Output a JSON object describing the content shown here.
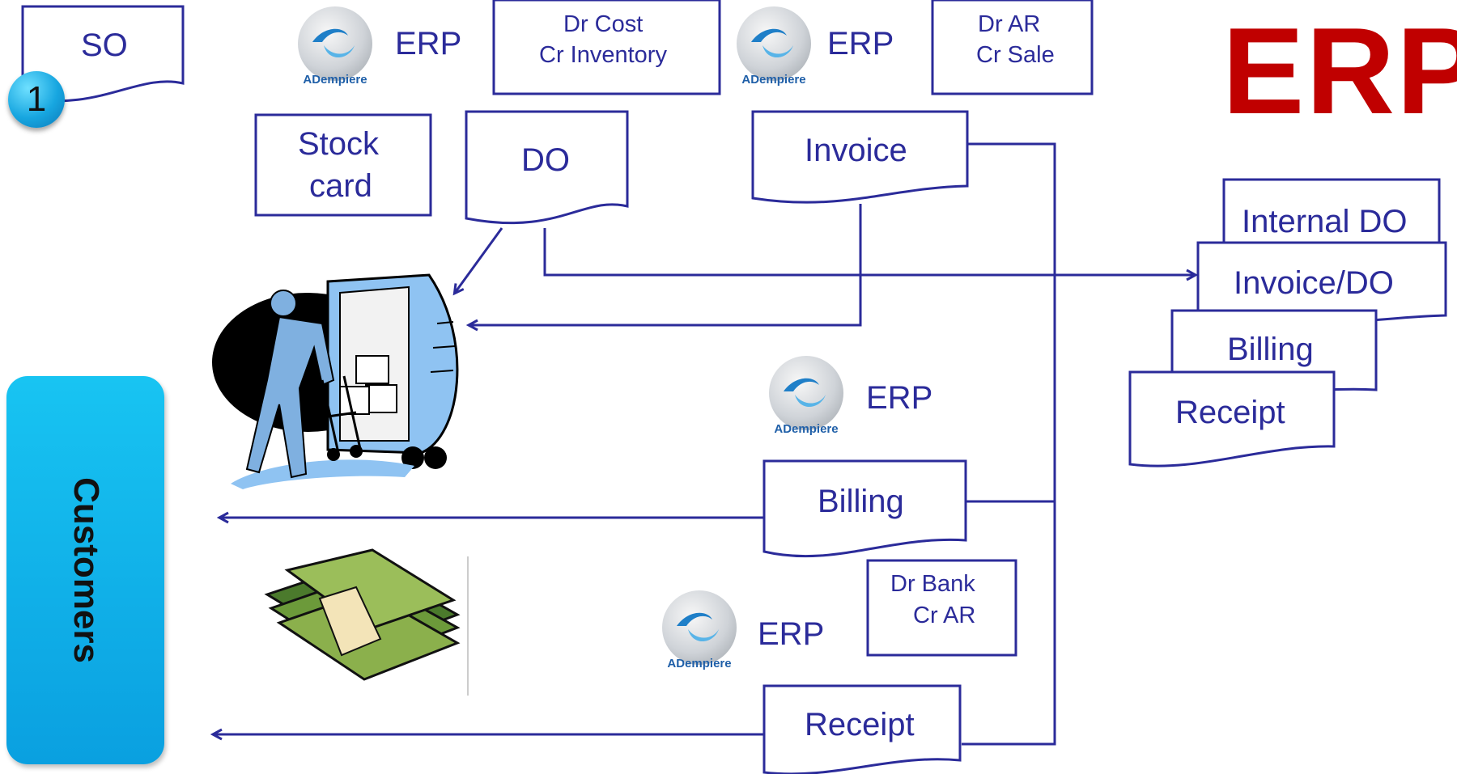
{
  "title": "ERP",
  "badge": "1",
  "customers": "Customers",
  "erp_label": "ERP",
  "adempiere": "ADempiere",
  "docs": {
    "so": "SO",
    "stock_card_line1": "Stock",
    "stock_card_line2": "card",
    "do": "DO",
    "invoice": "Invoice",
    "billing": "Billing",
    "receipt": "Receipt"
  },
  "journals": {
    "cost_line1": "Dr Cost",
    "cost_line2": "Cr  Inventory",
    "ar_line1": "Dr AR",
    "ar_line2": "Cr  Sale",
    "bank_line1": "Dr  Bank",
    "bank_line2": "Cr  AR"
  },
  "stack": {
    "internal_do": "Internal DO",
    "invoice_do": "Invoice/DO",
    "billing": "Billing",
    "receipt": "Receipt"
  },
  "colors": {
    "stroke": "#2b2b9a",
    "title": "#c00000",
    "customers": "#0aa0e0",
    "badge": "#17a6e0"
  }
}
